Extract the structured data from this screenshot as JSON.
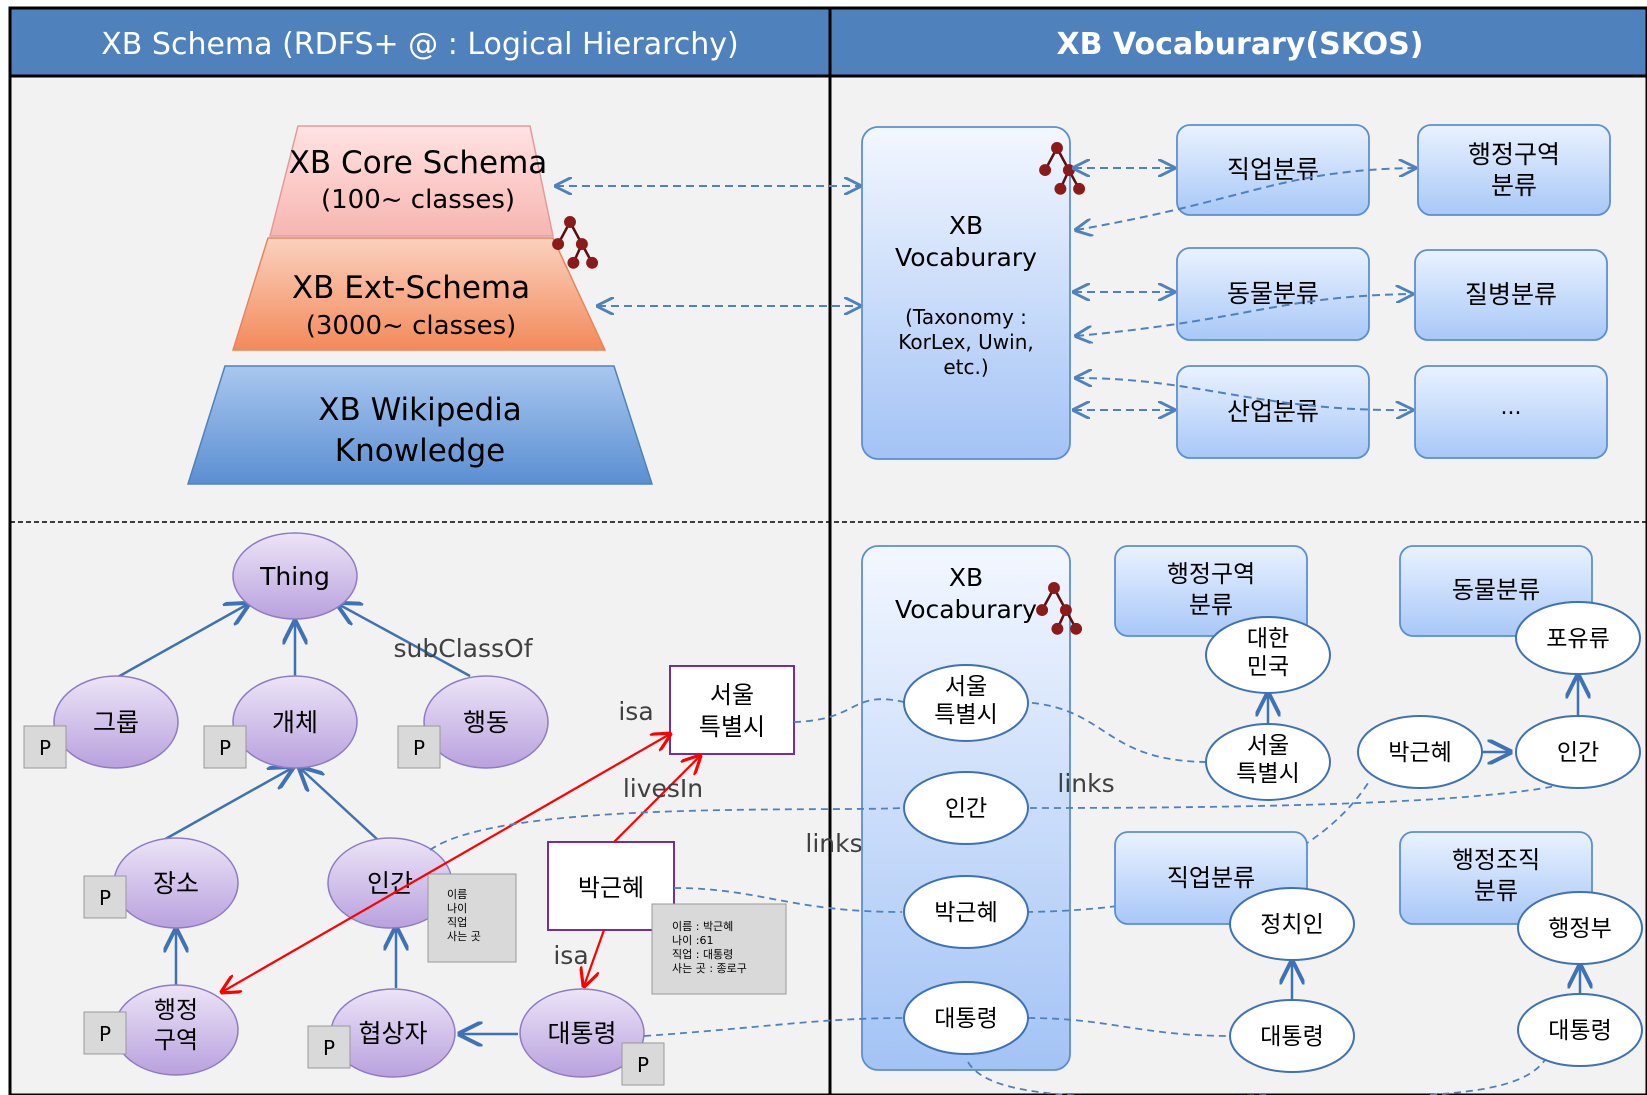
{
  "header": {
    "left_title": "XB Schema (RDFS+ @ : Logical Hierarchy)",
    "right_title": "XB Vocaburary(SKOS)"
  },
  "pyramid": {
    "core_title": "XB Core Schema",
    "core_sub": "(100~ classes)",
    "ext_title": "XB Ext-Schema",
    "ext_sub": "(3000~ classes)",
    "wiki_line1": "XB Wikipedia",
    "wiki_line2": "Knowledge"
  },
  "vocab_top": {
    "title1": "XB",
    "title2": "Vocaburary",
    "note1": "(Taxonomy :",
    "note2": "KorLex, Uwin,",
    "note3": "etc.)",
    "boxes": [
      "직업분류",
      "동물분류",
      "산업분류"
    ],
    "boxes_right": [
      "행정구역",
      "분류",
      "질병분류",
      "..."
    ]
  },
  "schema_graph": {
    "thing": "Thing",
    "group": "그룹",
    "entity": "개체",
    "action": "행동",
    "place": "장소",
    "human": "인간",
    "admin_area_1": "행정",
    "admin_area_2": "구역",
    "negotiator": "협상자",
    "president": "대통령",
    "p_badge": "P",
    "subclassof": "subClassOf",
    "isa_top": "isa",
    "isa_bottom": "isa",
    "livesin": "livesIn",
    "seoul_1": "서울",
    "seoul_2": "특별시",
    "park": "박근혜",
    "human_note": [
      "이름",
      "나이",
      "직업",
      "사는 곳"
    ],
    "park_note": [
      "이름 : 박근혜",
      "나이 :61",
      "직업 : 대통령",
      "사는 곳 : 종로구"
    ],
    "links_left": "links"
  },
  "vocab_bottom": {
    "title1": "XB",
    "title2": "Vocaburary",
    "items": [
      "서울",
      "특별시",
      "인간",
      "박근혜",
      "대통령"
    ],
    "links": "links",
    "admin_area_box": [
      "행정구역",
      "분류"
    ],
    "korea": [
      "대한",
      "민국"
    ],
    "seoul": [
      "서울",
      "특별시"
    ],
    "animal_box": "동물분류",
    "mammal": "포유류",
    "park": "박근혜",
    "human": "인간",
    "job_box": "직업분류",
    "politician": "정치인",
    "president_left": "대통령",
    "admin_org_box": [
      "행정조직",
      "분류"
    ],
    "admin_dept": "행정부",
    "president_right": "대통령"
  },
  "colors": {
    "header_bg": "#4f81bd",
    "panel_bg": "#f2f2f2",
    "box_blue": "#b7d3f9",
    "ellipse_purple": "#c9b8e6",
    "link_dashed": "#4f81bd",
    "red_arrow": "#ff0000"
  }
}
